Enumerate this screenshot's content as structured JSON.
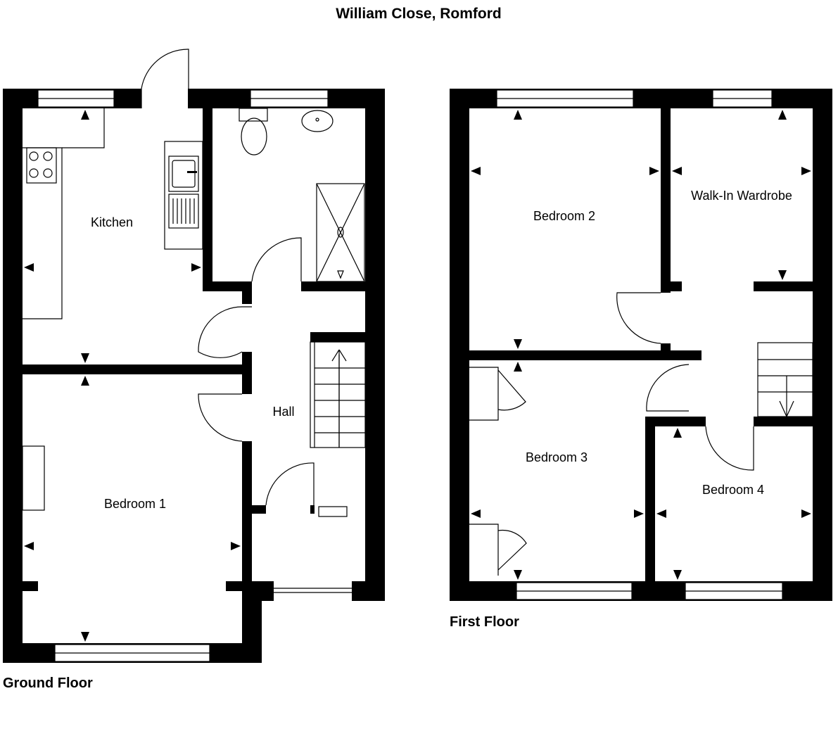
{
  "title": "William Close, Romford",
  "floors": {
    "ground": {
      "label": "Ground Floor",
      "rooms": {
        "kitchen": "Kitchen",
        "hall": "Hall",
        "bedroom1": "Bedroom 1"
      }
    },
    "first": {
      "label": "First Floor",
      "rooms": {
        "bedroom2": "Bedroom 2",
        "walkin": "Walk-In Wardrobe",
        "bedroom3": "Bedroom 3",
        "bedroom4": "Bedroom 4"
      }
    }
  }
}
